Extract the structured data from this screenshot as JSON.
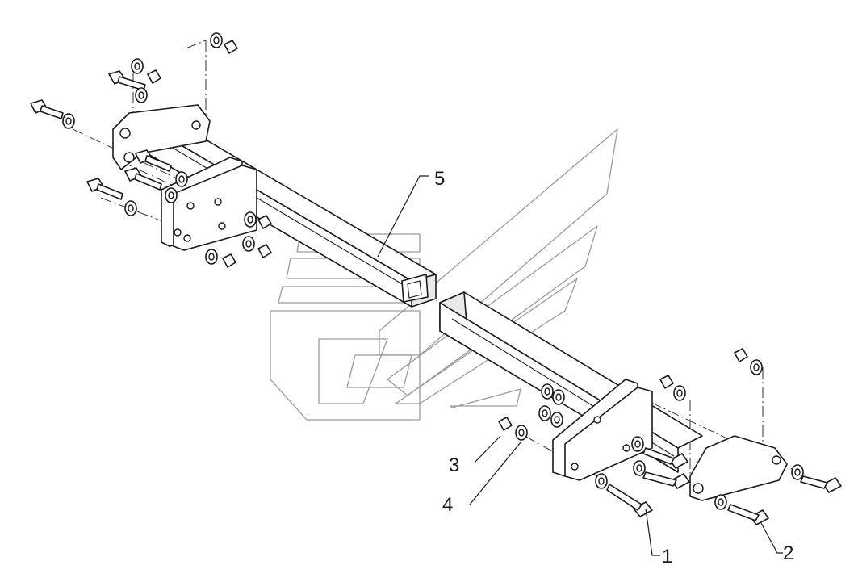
{
  "diagram": {
    "callouts": [
      {
        "label": "1"
      },
      {
        "label": "2"
      },
      {
        "label": "3"
      },
      {
        "label": "4"
      },
      {
        "label": "5"
      }
    ]
  }
}
